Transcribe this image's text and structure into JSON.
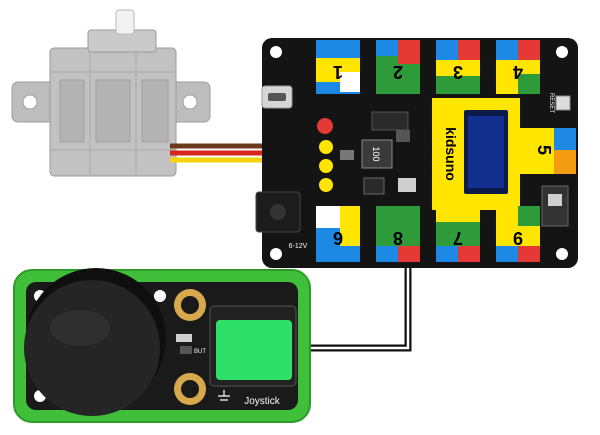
{
  "board": {
    "brand": "kidsuno",
    "reset_label": "RESET",
    "power_label": "6-12V",
    "chip_label": "100",
    "ports": [
      {
        "id": "1",
        "label": "1"
      },
      {
        "id": "2",
        "label": "2"
      },
      {
        "id": "3",
        "label": "3"
      },
      {
        "id": "4",
        "label": "4"
      },
      {
        "id": "5",
        "label": "5"
      },
      {
        "id": "6",
        "label": "6"
      },
      {
        "id": "7",
        "label": "7"
      },
      {
        "id": "8",
        "label": "8"
      },
      {
        "id": "9",
        "label": "9"
      }
    ]
  },
  "joystick": {
    "label": "Joystick",
    "pcb_mark": "BUT"
  },
  "colors": {
    "board": "#141414",
    "blue": "#1e88e5",
    "red": "#e53935",
    "green": "#2e9a3a",
    "yellow": "#ffe500",
    "orange": "#f39c12",
    "white": "#ffffff",
    "servo_grey": "#b9b9b9",
    "joystick_pcb": "#3fbf3a",
    "button_green": "#2ee06a",
    "wire_brown": "#6b3a1e",
    "wire_red": "#d9261c",
    "wire_yellow": "#f4d40a",
    "gold": "#d7a94c"
  }
}
